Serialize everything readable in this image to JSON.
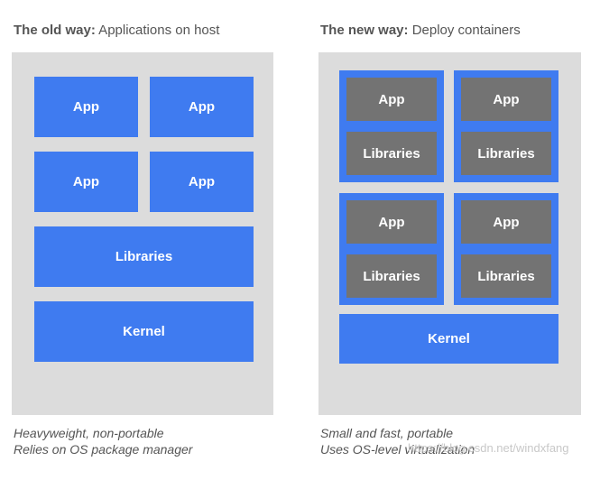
{
  "old": {
    "heading_bold": "The old way:",
    "heading_rest": " Applications on host",
    "apps": [
      "App",
      "App",
      "App",
      "App"
    ],
    "libraries": "Libraries",
    "kernel": "Kernel",
    "caption_line1": "Heavyweight, non-portable",
    "caption_line2": "Relies on OS package manager"
  },
  "new": {
    "heading_bold": "The new way:",
    "heading_rest": " Deploy containers",
    "containers": [
      {
        "app": "App",
        "libraries": "Libraries"
      },
      {
        "app": "App",
        "libraries": "Libraries"
      },
      {
        "app": "App",
        "libraries": "Libraries"
      },
      {
        "app": "App",
        "libraries": "Libraries"
      }
    ],
    "kernel": "Kernel",
    "caption_line1": "Small and fast, portable",
    "caption_line2": "Uses OS-level virtualization"
  },
  "watermark": "https://blog.csdn.net/windxfang",
  "colors": {
    "blue": "#3f7bf0",
    "gray_box": "#737373",
    "panel": "#dcdcdc",
    "text": "#555555"
  }
}
